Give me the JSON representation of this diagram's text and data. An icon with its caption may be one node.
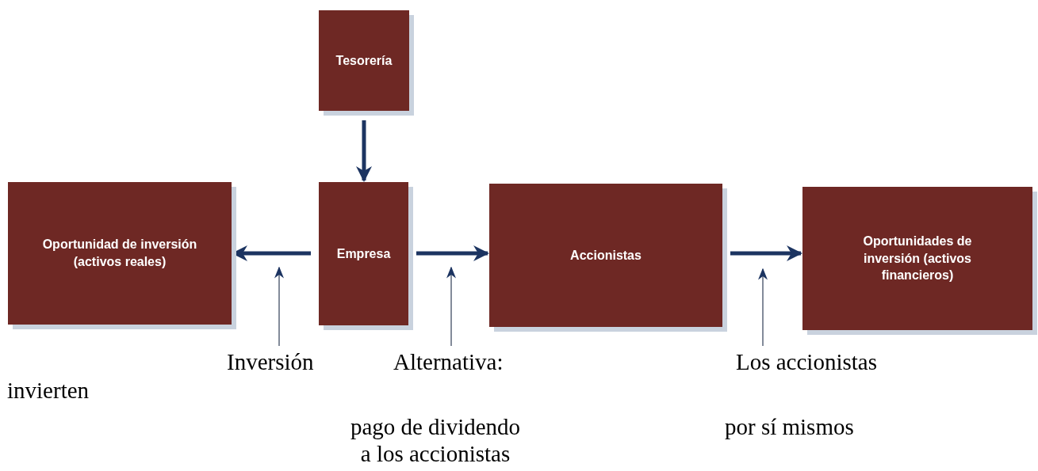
{
  "diagram": {
    "nodes": [
      {
        "text": [
          "Tesorería"
        ]
      },
      {
        "text": [
          "Oportunidad de inversión (activos reales)"
        ]
      },
      {
        "text": [
          "Empresa"
        ]
      },
      {
        "text": [
          "Accionistas"
        ]
      },
      {
        "text": [
          "Oportunidades de inversión (activos financieros)"
        ]
      },
      {
        "text": [
          "Inversión"
        ]
      },
      {
        "text": [
          "Alternativa:",
          "pago de dividendo a los accionistas"
        ]
      },
      {
        "text": [
          "Los accionistas",
          "por sí mismos"
        ]
      }
    ],
    "edges": [
      {
        "from": 0,
        "to": 2,
        "arrow": "to"
      },
      {
        "from": 2,
        "to": 1,
        "arrow": "to"
      },
      {
        "from": 2,
        "to": 3,
        "arrow": "to"
      },
      {
        "from": 3,
        "to": 4,
        "arrow": "to"
      },
      {
        "from": 5,
        "to": null,
        "arrow": "to"
      },
      {
        "from": 6,
        "to": null,
        "arrow": "to"
      },
      {
        "from": 7,
        "to": null,
        "arrow": "to"
      }
    ],
    "labels": [
      "invierten"
    ]
  }
}
